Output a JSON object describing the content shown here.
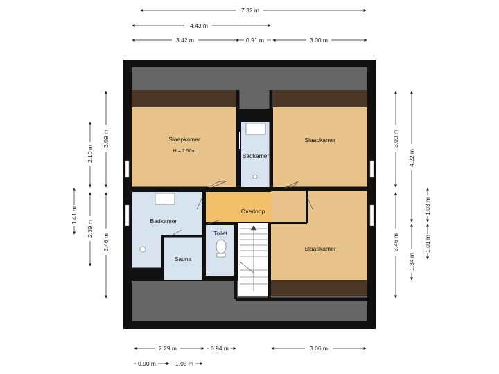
{
  "rooms": {
    "slaapkamer_nw": {
      "name": "Slaapkamer",
      "height": "H = 2.50m"
    },
    "slaapkamer_ne": {
      "name": "Slaapkamer"
    },
    "slaapkamer_se": {
      "name": "Slaapkamer"
    },
    "badkamer_small": {
      "name": "Badkamer"
    },
    "badkamer_large": {
      "name": "Badkamer"
    },
    "overloop": {
      "name": "Overloop"
    },
    "toilet": {
      "name": "Toilet"
    },
    "sauna": {
      "name": "Sauna"
    }
  },
  "dimensions": {
    "top_total": "7.32 m",
    "top_mid": "4.43 m",
    "top_left": "3.42 m",
    "top_center": "0.91 m",
    "top_right": "3.00 m",
    "bottom_left": "2.29 m",
    "bottom_mid": "0.94 m",
    "bottom_right": "3.06 m",
    "bottom2_left": "0.90 m",
    "bottom2_mid": "1.03 m",
    "left_upper_inner": "2.10 m",
    "left_upper_outer": "3.09 m",
    "left_mid_outer": "1.41 m",
    "left_lower_inner": "2.39 m",
    "left_lower_outer": "3.46 m",
    "right_upper_inner": "3.09 m",
    "right_upper_outer": "4.22 m",
    "right_mid_outer": "1.03 m",
    "right_lower_inner": "3.46 m",
    "right_lower_mid": "1.34 m",
    "right_lower_outer": "1.01 m"
  },
  "colors": {
    "wall": "#111111",
    "slaapkamer": "#e8c48c",
    "overloop": "#f2c06a",
    "bath": "#d7e3ef",
    "roof": "#666666",
    "eaves": "#4a3626",
    "stair": "#ffffff"
  }
}
